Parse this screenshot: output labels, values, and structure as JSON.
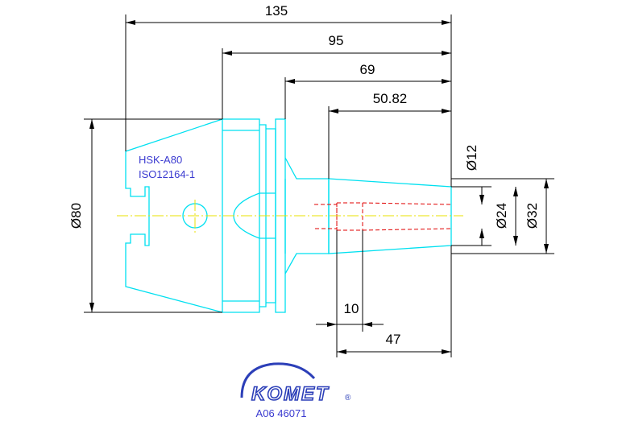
{
  "dimensions": {
    "length_total": "135",
    "length_flange": "95",
    "length_collar": "69",
    "length_shank": "50.82",
    "diameter_flange": "Ø80",
    "diameter_bore": "Ø12",
    "diameter_inner": "Ø24",
    "diameter_nose": "Ø32",
    "depth_recess": "10",
    "depth_bore": "47"
  },
  "labels": {
    "interface_line1": "HSK-A80",
    "interface_line2": "ISO12164-1"
  },
  "logo": {
    "brand": "KOMET",
    "registered": "®"
  },
  "part_number": "A06 46071",
  "colors": {
    "outline": "#00e0f0",
    "centerline": "#e8e000",
    "hidden": "#e00000",
    "text_blue": "#3a3ad0",
    "logo_blue": "#2c3fb8"
  }
}
